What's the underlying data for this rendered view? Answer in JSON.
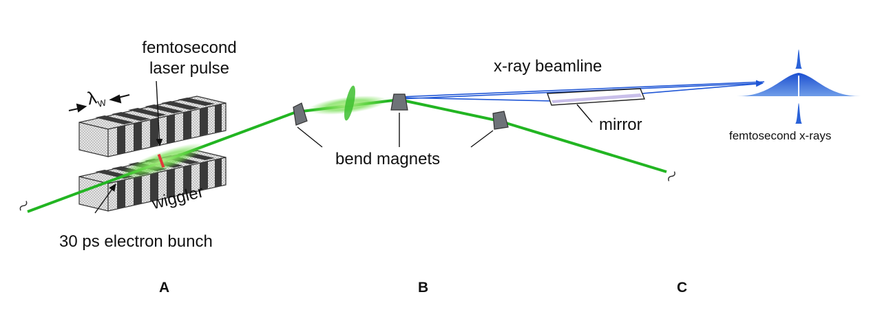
{
  "labels": {
    "femtosecond_laser_pulse_line1": "femtosecond",
    "femtosecond_laser_pulse_line2": "laser pulse",
    "lambda_w": "λ",
    "lambda_w_sub": "W",
    "wiggler": "wiggler",
    "electron_bunch": "30 ps electron bunch",
    "bend_magnets": "bend magnets",
    "xray_beamline": "x-ray beamline",
    "mirror": "mirror",
    "femtosecond_xrays": "femtosecond x-rays"
  },
  "sections": [
    "A",
    "B",
    "C"
  ],
  "colors": {
    "electron_beam": "#22b522",
    "laser_glow": "#6fdc4a",
    "xray_beam": "#1f56d6",
    "xray_pulse": "#3a78e0",
    "magnet": "#6e7278",
    "laser_spot": "#e23a3a"
  }
}
